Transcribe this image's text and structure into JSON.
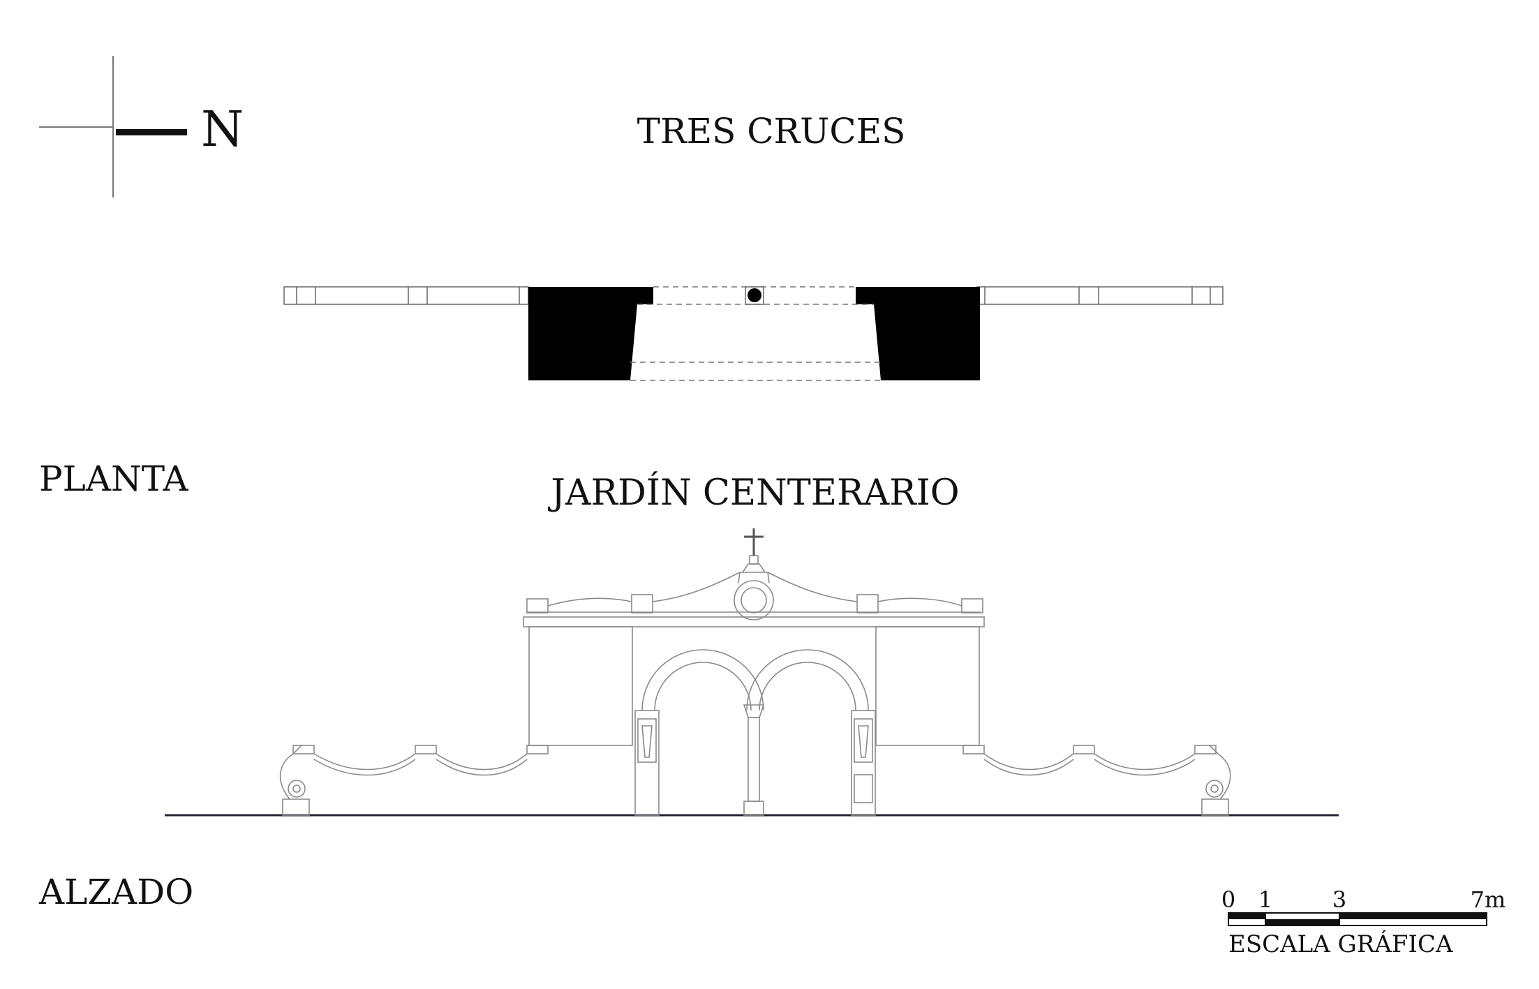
{
  "compass": {
    "label": "N"
  },
  "labels": {
    "top": "TRES CRUCES",
    "bottom": "JARDÍN CENTERARIO",
    "plan": "PLANTA",
    "elevation": "ALZADO"
  },
  "scale_bar": {
    "ticks": [
      "0",
      "1",
      "3",
      "7m"
    ],
    "caption": "ESCALA GRÁFICA"
  },
  "colors": {
    "ink": "#111111",
    "line": "#9a9a9a",
    "paper": "#ffffff"
  }
}
